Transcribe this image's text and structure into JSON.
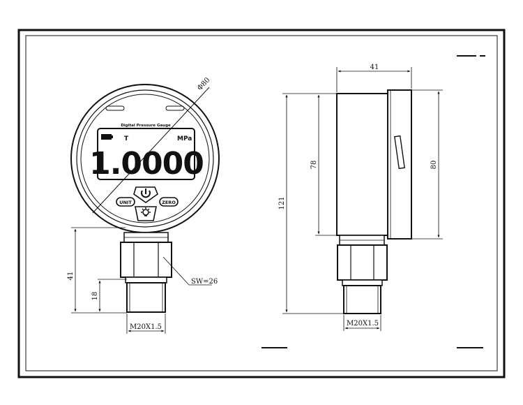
{
  "gauge": {
    "title": "Digital Pressure Gauge",
    "reading": "1.0000",
    "unit": "MPa",
    "indicator": "T",
    "buttons": {
      "unit": "UNIT",
      "zero": "ZERO"
    }
  },
  "front_view": {
    "diameter_label": "Φ80",
    "height_label": "41",
    "thread_length_label": "18",
    "wrench_label": "SW=26",
    "thread_label": "M20X1.5"
  },
  "side_view": {
    "depth_label": "41",
    "case_height_label": "78",
    "total_height_label": "121",
    "outer_diameter_label": "80",
    "thread_label": "M20X1.5"
  },
  "colors": {
    "line": "#111111",
    "background": "#ffffff",
    "lcd_fill": "#ffffff"
  }
}
